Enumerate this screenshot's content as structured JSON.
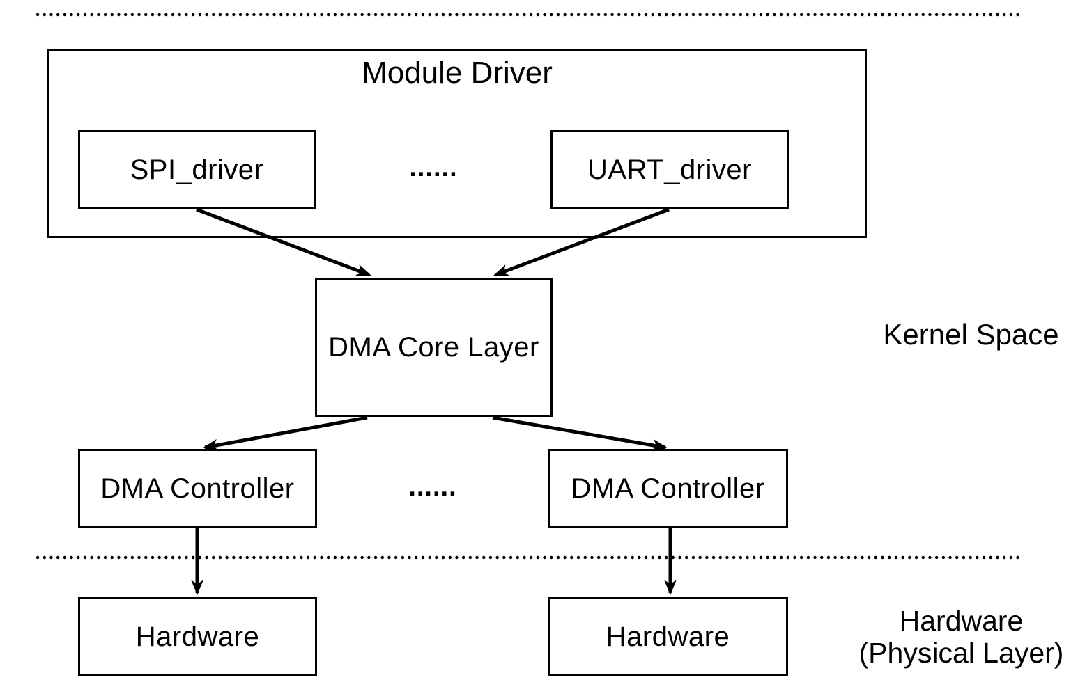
{
  "colors": {
    "ink": "#000000",
    "background": "#ffffff"
  },
  "diagram": {
    "module_driver": {
      "title": "Module Driver"
    },
    "labels": {
      "spi": "SPI_driver",
      "uart": "UART_driver",
      "dma_core": "DMA Core Layer",
      "dma_controller": "DMA Controller",
      "hardware": "Hardware",
      "ellipsis": "......"
    },
    "annotations": {
      "kernel_space": "Kernel Space",
      "hardware_layer_line1": "Hardware",
      "hardware_layer_line2": "(Physical Layer)"
    },
    "edges": [
      {
        "from": "SPI_driver",
        "to": "DMA Core Layer"
      },
      {
        "from": "UART_driver",
        "to": "DMA Core Layer"
      },
      {
        "from": "DMA Core Layer",
        "to": "DMA Controller (left)"
      },
      {
        "from": "DMA Core Layer",
        "to": "DMA Controller (right)"
      },
      {
        "from": "DMA Controller (left)",
        "to": "Hardware (left)"
      },
      {
        "from": "DMA Controller (right)",
        "to": "Hardware (right)"
      }
    ]
  }
}
